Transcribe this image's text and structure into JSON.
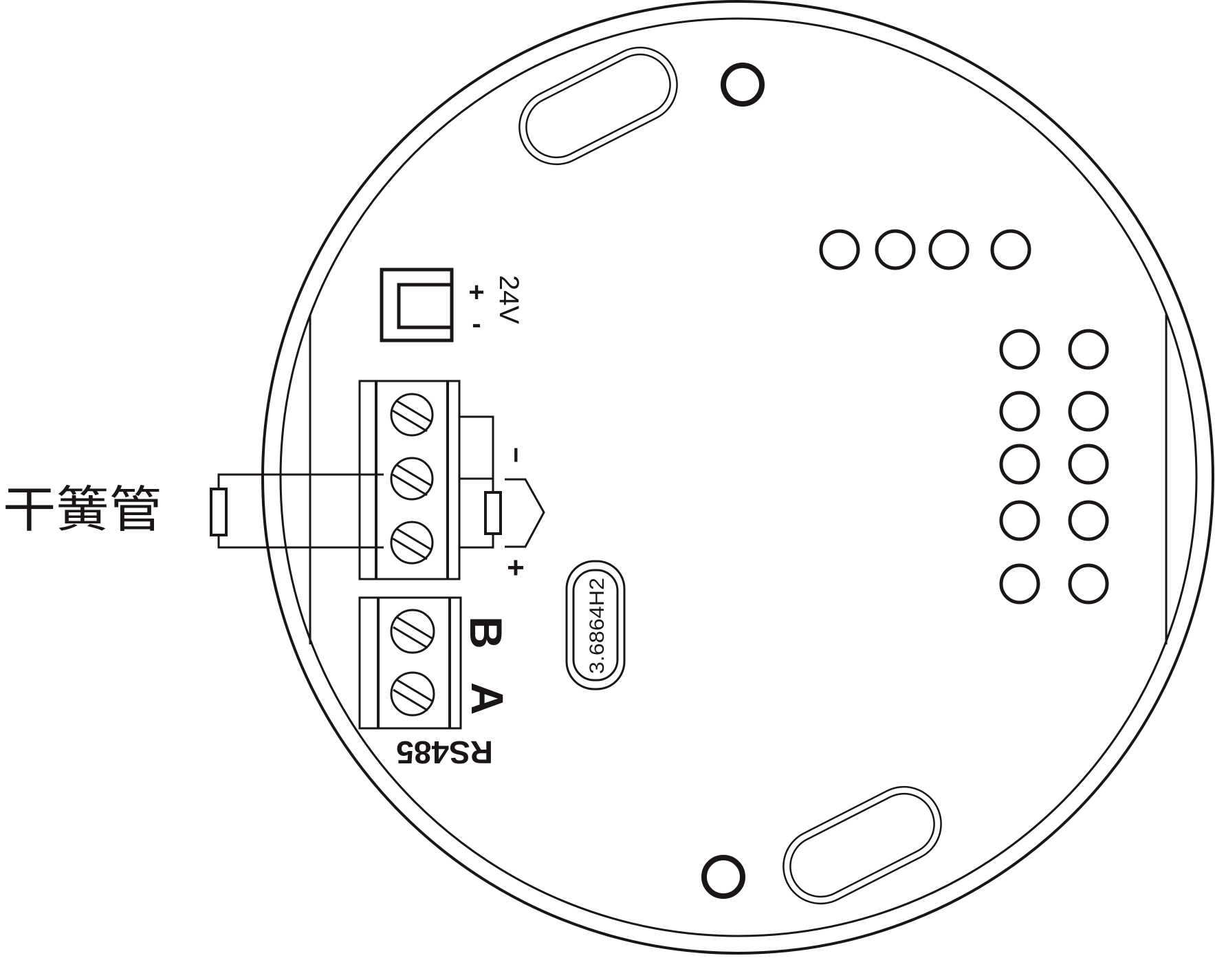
{
  "diagram": {
    "title": "Device base wiring diagram",
    "colors": {
      "line": "#1a1616",
      "background": "#ffffff"
    },
    "labels": {
      "reed_switch": "干簧管",
      "power_voltage": "24V",
      "power_plus": "+",
      "power_minus": "-",
      "output_minus": "−",
      "output_plus": "+",
      "rs485_b": "B",
      "rs485_a": "A",
      "rs485": "RS485",
      "crystal": "3.6864H2"
    },
    "components": {
      "power_connector": {
        "label": "24V",
        "polarity": [
          "+",
          "-"
        ]
      },
      "terminal_block_3": {
        "screws": 3
      },
      "terminal_block_rs485": {
        "screws": 2,
        "pins": [
          "B",
          "A"
        ]
      },
      "crystal": {
        "marking": "3.6864H2"
      },
      "pads_row": {
        "count": 4
      },
      "pads_grid": {
        "rows": 5,
        "cols": 2
      },
      "mounting_holes": 2,
      "mounting_slots": 2
    }
  }
}
